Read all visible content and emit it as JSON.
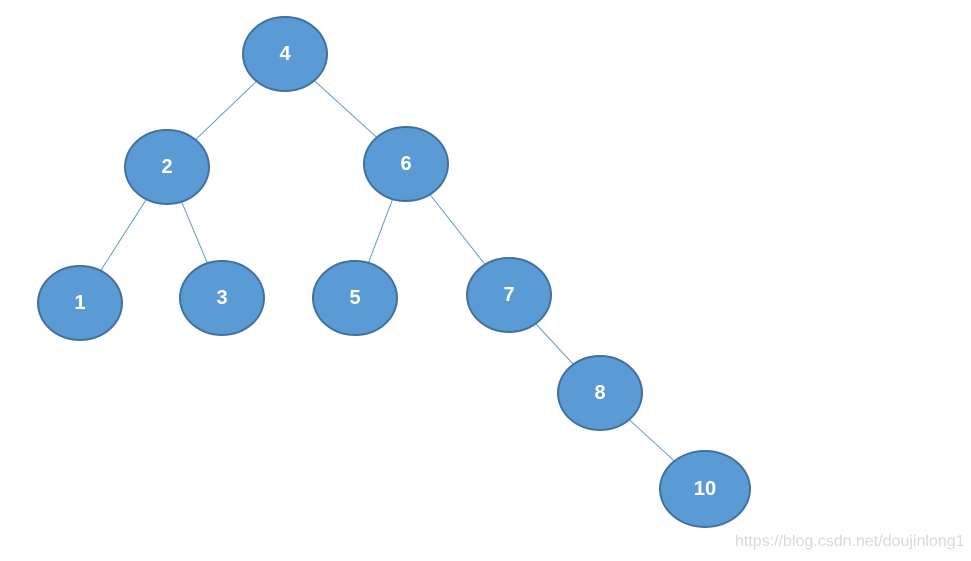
{
  "tree": {
    "nodes": [
      {
        "id": "n4",
        "label": "4"
      },
      {
        "id": "n2",
        "label": "2"
      },
      {
        "id": "n6",
        "label": "6"
      },
      {
        "id": "n1",
        "label": "1"
      },
      {
        "id": "n3",
        "label": "3"
      },
      {
        "id": "n5",
        "label": "5"
      },
      {
        "id": "n7",
        "label": "7"
      },
      {
        "id": "n8",
        "label": "8"
      },
      {
        "id": "n10",
        "label": "10"
      }
    ],
    "edges": [
      {
        "from": "n4",
        "to": "n2"
      },
      {
        "from": "n4",
        "to": "n6"
      },
      {
        "from": "n2",
        "to": "n1"
      },
      {
        "from": "n2",
        "to": "n3"
      },
      {
        "from": "n6",
        "to": "n5"
      },
      {
        "from": "n6",
        "to": "n7"
      },
      {
        "from": "n7",
        "to": "n8"
      },
      {
        "from": "n8",
        "to": "n10"
      }
    ],
    "colors": {
      "node_fill": "#5b9bd5",
      "node_stroke": "#41719c",
      "edge": "#5b9bd5",
      "label": "#ffffff"
    }
  },
  "watermark": "https://blog.csdn.net/doujinlong1"
}
